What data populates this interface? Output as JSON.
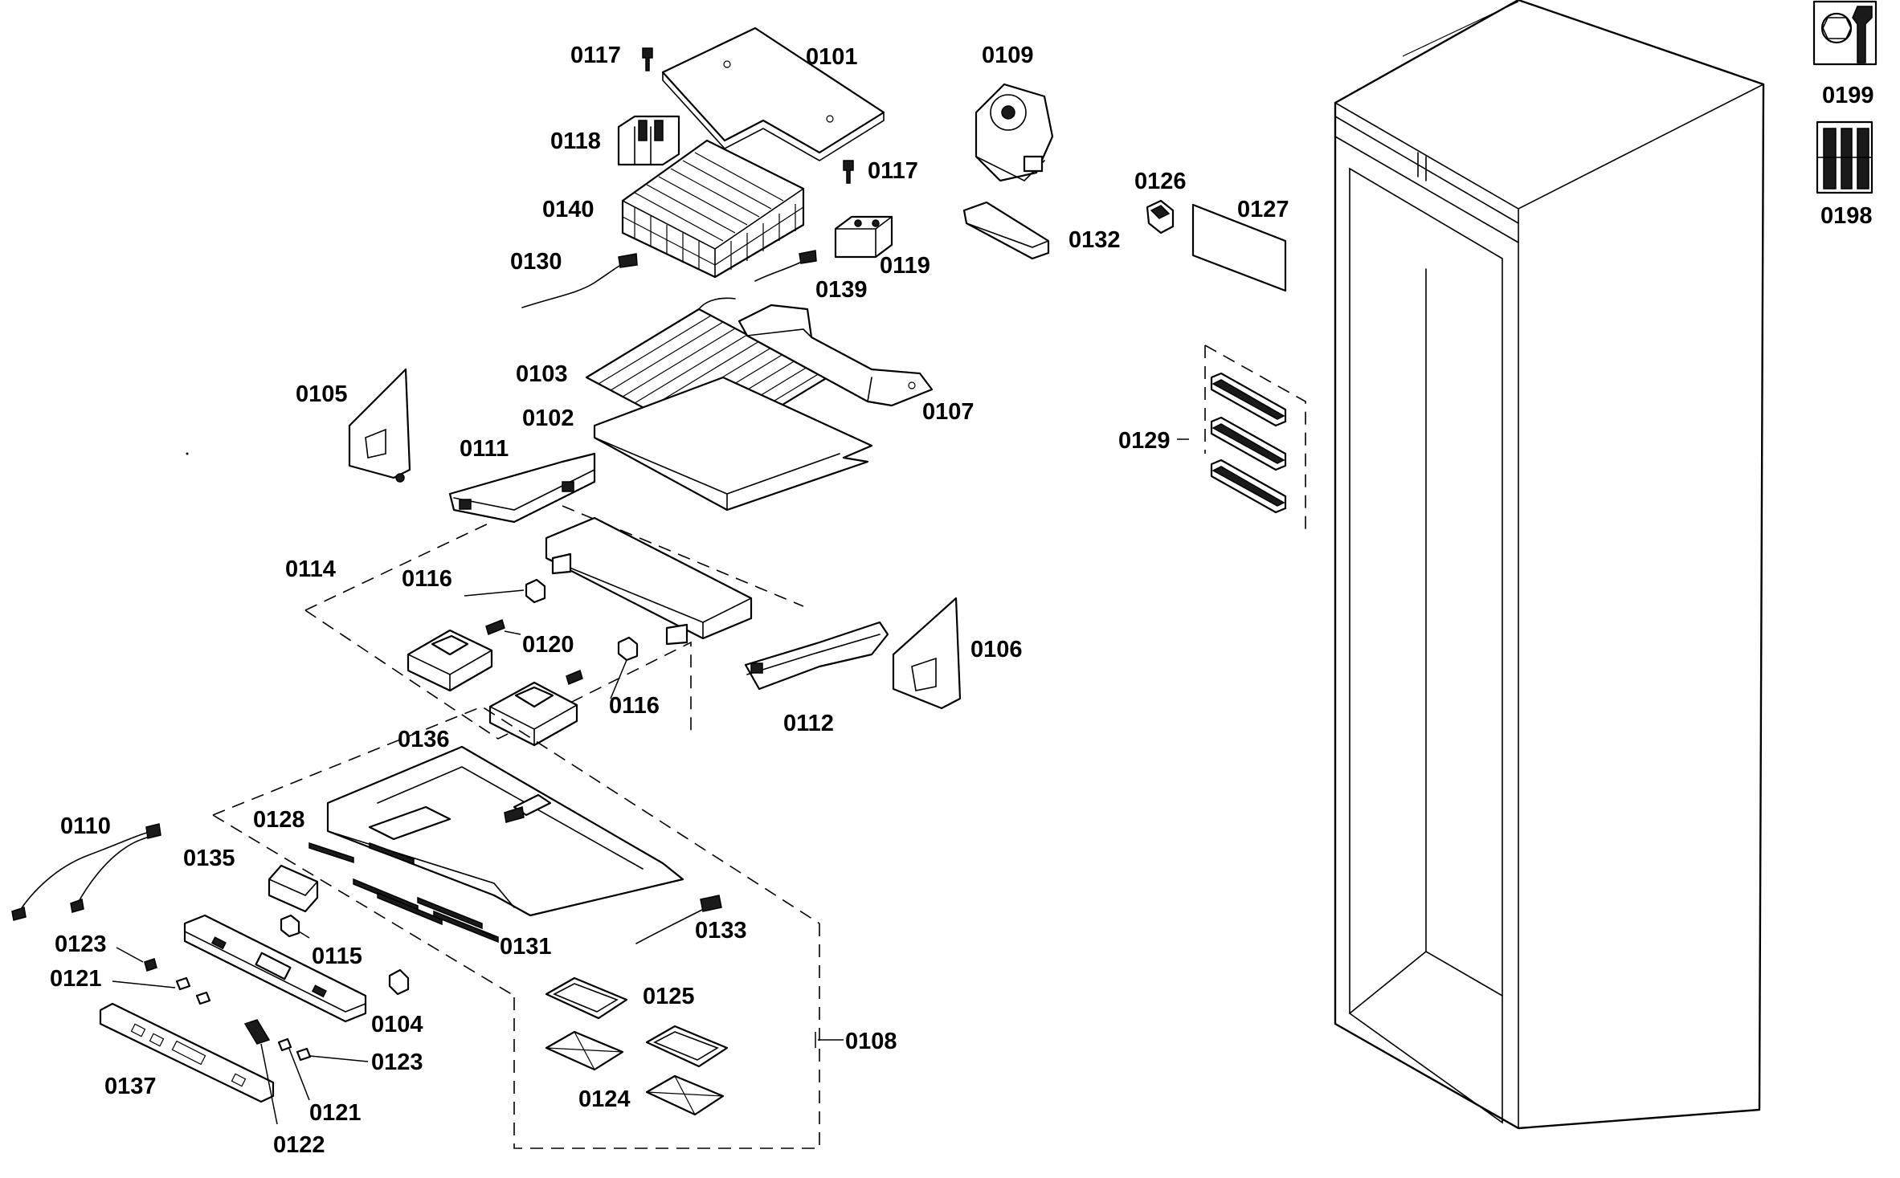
{
  "diagram": {
    "callouts": {
      "c0101": "0101",
      "c0102": "0102",
      "c0103": "0103",
      "c0104": "0104",
      "c0105": "0105",
      "c0106": "0106",
      "c0107": "0107",
      "c0108": "0108",
      "c0109": "0109",
      "c0110": "0110",
      "c0111": "0111",
      "c0112": "0112",
      "c0114": "0114",
      "c0115": "0115",
      "c0116a": "0116",
      "c0116b": "0116",
      "c0117a": "0117",
      "c0117b": "0117",
      "c0118": "0118",
      "c0119": "0119",
      "c0120": "0120",
      "c0121a": "0121",
      "c0121b": "0121",
      "c0122": "0122",
      "c0123a": "0123",
      "c0123b": "0123",
      "c0124": "0124",
      "c0125": "0125",
      "c0126": "0126",
      "c0127": "0127",
      "c0128": "0128",
      "c0129": "0129",
      "c0130": "0130",
      "c0131": "0131",
      "c0132": "0132",
      "c0133": "0133",
      "c0135": "0135",
      "c0136": "0136",
      "c0137": "0137",
      "c0139": "0139",
      "c0140": "0140",
      "c0199": "0199",
      "c0198": "0198"
    },
    "icons": {
      "service_kit": "wrench-nut-icon",
      "fastener_kit": "screw-set-icon"
    }
  }
}
